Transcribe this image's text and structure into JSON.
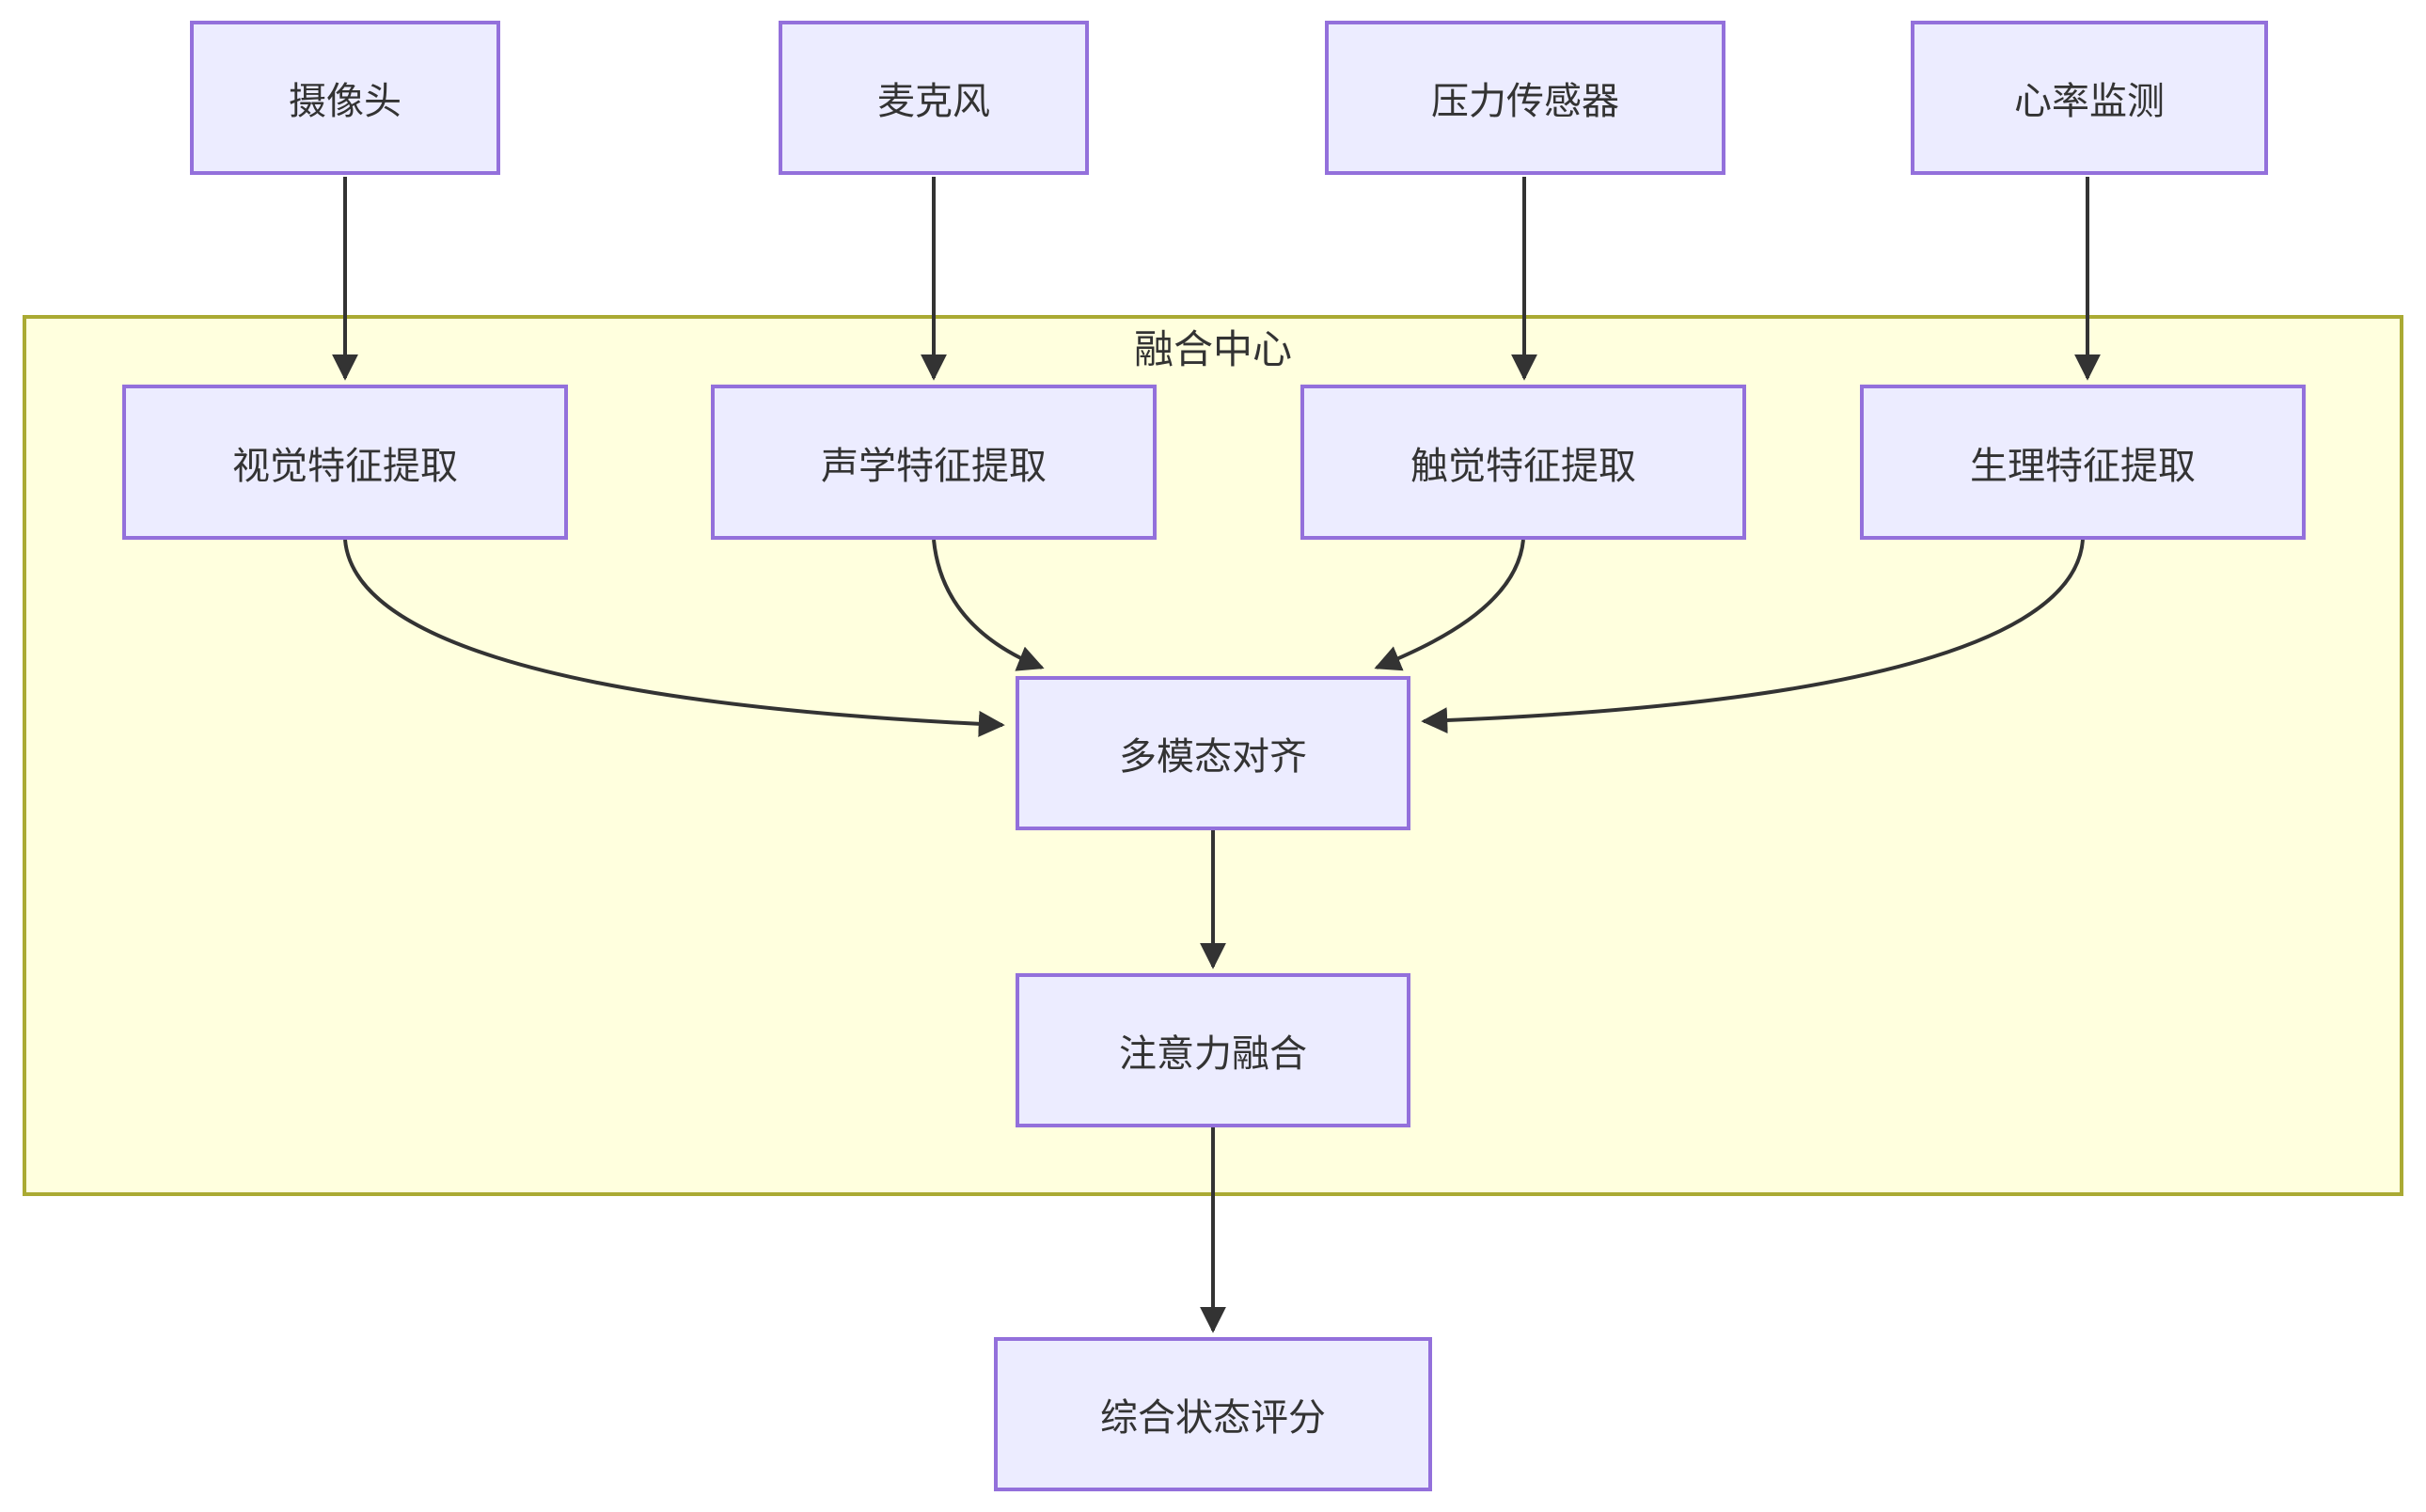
{
  "diagram": {
    "cluster": {
      "label": "融合中心"
    },
    "nodes": [
      {
        "id": "camera",
        "label": "摄像头"
      },
      {
        "id": "microphone",
        "label": "麦克风"
      },
      {
        "id": "pressure-sensor",
        "label": "压力传感器"
      },
      {
        "id": "heart-rate",
        "label": "心率监测"
      },
      {
        "id": "visual-extract",
        "label": "视觉特征提取"
      },
      {
        "id": "acoustic-extract",
        "label": "声学特征提取"
      },
      {
        "id": "tactile-extract",
        "label": "触觉特征提取"
      },
      {
        "id": "physio-extract",
        "label": "生理特征提取"
      },
      {
        "id": "multimodal-align",
        "label": "多模态对齐"
      },
      {
        "id": "attention-fusion",
        "label": "注意力融合"
      },
      {
        "id": "overall-score",
        "label": "综合状态评分"
      }
    ],
    "edges": [
      {
        "from": "camera",
        "to": "visual-extract"
      },
      {
        "from": "microphone",
        "to": "acoustic-extract"
      },
      {
        "from": "pressure-sensor",
        "to": "tactile-extract"
      },
      {
        "from": "heart-rate",
        "to": "physio-extract"
      },
      {
        "from": "visual-extract",
        "to": "multimodal-align"
      },
      {
        "from": "acoustic-extract",
        "to": "multimodal-align"
      },
      {
        "from": "tactile-extract",
        "to": "multimodal-align"
      },
      {
        "from": "physio-extract",
        "to": "multimodal-align"
      },
      {
        "from": "multimodal-align",
        "to": "attention-fusion"
      },
      {
        "from": "attention-fusion",
        "to": "overall-score"
      }
    ],
    "colors": {
      "node_fill": "#ECECFF",
      "node_border": "#9370DB",
      "cluster_fill": "#FFFFDE",
      "cluster_border": "#AAAA33",
      "edge_color": "#333333",
      "text_color": "#333333"
    }
  }
}
